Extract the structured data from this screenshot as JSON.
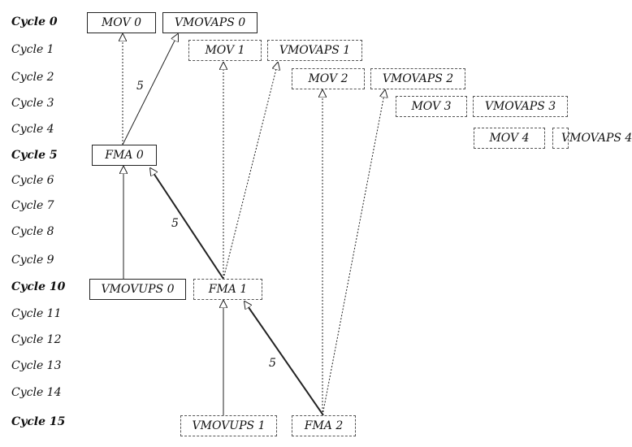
{
  "cycles": [
    {
      "label": "Cycle 0",
      "bold": true
    },
    {
      "label": "Cycle 1",
      "bold": false
    },
    {
      "label": "Cycle 2",
      "bold": false
    },
    {
      "label": "Cycle 3",
      "bold": false
    },
    {
      "label": "Cycle 4",
      "bold": false
    },
    {
      "label": "Cycle 5",
      "bold": true
    },
    {
      "label": "Cycle 6",
      "bold": false
    },
    {
      "label": "Cycle 7",
      "bold": false
    },
    {
      "label": "Cycle 8",
      "bold": false
    },
    {
      "label": "Cycle 9",
      "bold": false
    },
    {
      "label": "Cycle 10",
      "bold": true
    },
    {
      "label": "Cycle 11",
      "bold": false
    },
    {
      "label": "Cycle 12",
      "bold": false
    },
    {
      "label": "Cycle 13",
      "bold": false
    },
    {
      "label": "Cycle 14",
      "bold": false
    },
    {
      "label": "Cycle 15",
      "bold": true
    }
  ],
  "nodes": {
    "mov0": "MOV 0",
    "vmovaps0": "VMOVAPS 0",
    "mov1": "MOV 1",
    "vmovaps1": "VMOVAPS 1",
    "mov2": "MOV 2",
    "vmovaps2": "VMOVAPS 2",
    "mov3": "MOV 3",
    "vmovaps3": "VMOVAPS 3",
    "mov4": "MOV 4",
    "vmovaps4": "VMOVAPS 4",
    "fma0": "FMA 0",
    "vmovups0": "VMOVUPS 0",
    "fma1": "FMA 1",
    "vmovups1": "VMOVUPS 1",
    "fma2": "FMA 2"
  },
  "latency_labels": [
    "5",
    "5",
    "5"
  ]
}
